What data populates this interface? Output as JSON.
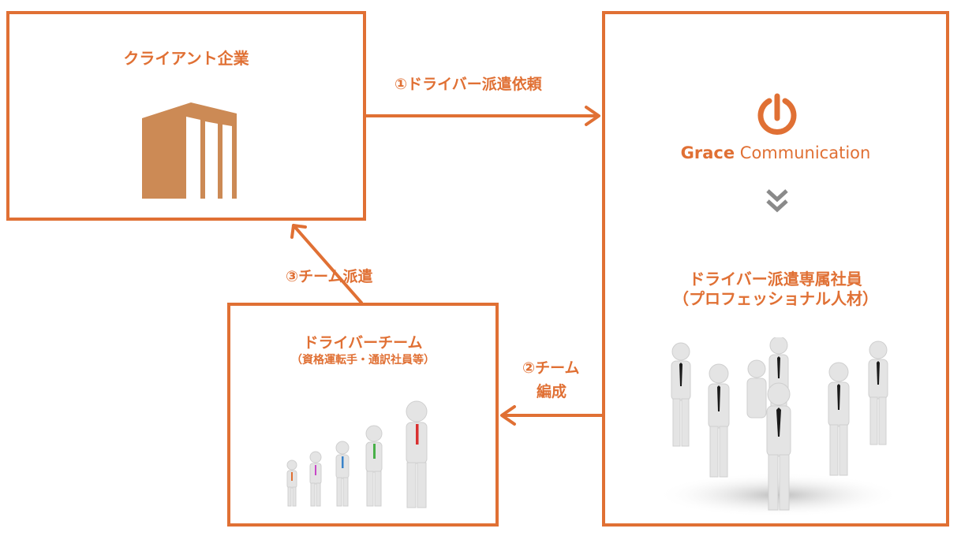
{
  "client": {
    "title": "クライアント企業",
    "icon": "office-building-icon"
  },
  "grace": {
    "company_word1": "Grace",
    "company_word2": " Communication",
    "logo_icon": "power-logo-icon",
    "chevron_icon": "double-chevron-down-icon",
    "staff_title": "ドライバー派遣専属社員",
    "staff_subtitle": "（プロフェッショナル人材）",
    "image": "business-people-group-icon"
  },
  "team": {
    "title": "ドライバーチーム",
    "subtitle": "（資格運転手・通訳社員等）",
    "image": "growing-people-lineup-icon"
  },
  "flows": {
    "step1": "①ドライバー派遣依頼",
    "step2_line1": "②チーム",
    "step2_line2": "編成",
    "step3": "③チーム派遣"
  },
  "colors": {
    "accent": "#e07034",
    "building": "#cc8a55",
    "chevron": "#8a8a8a"
  }
}
